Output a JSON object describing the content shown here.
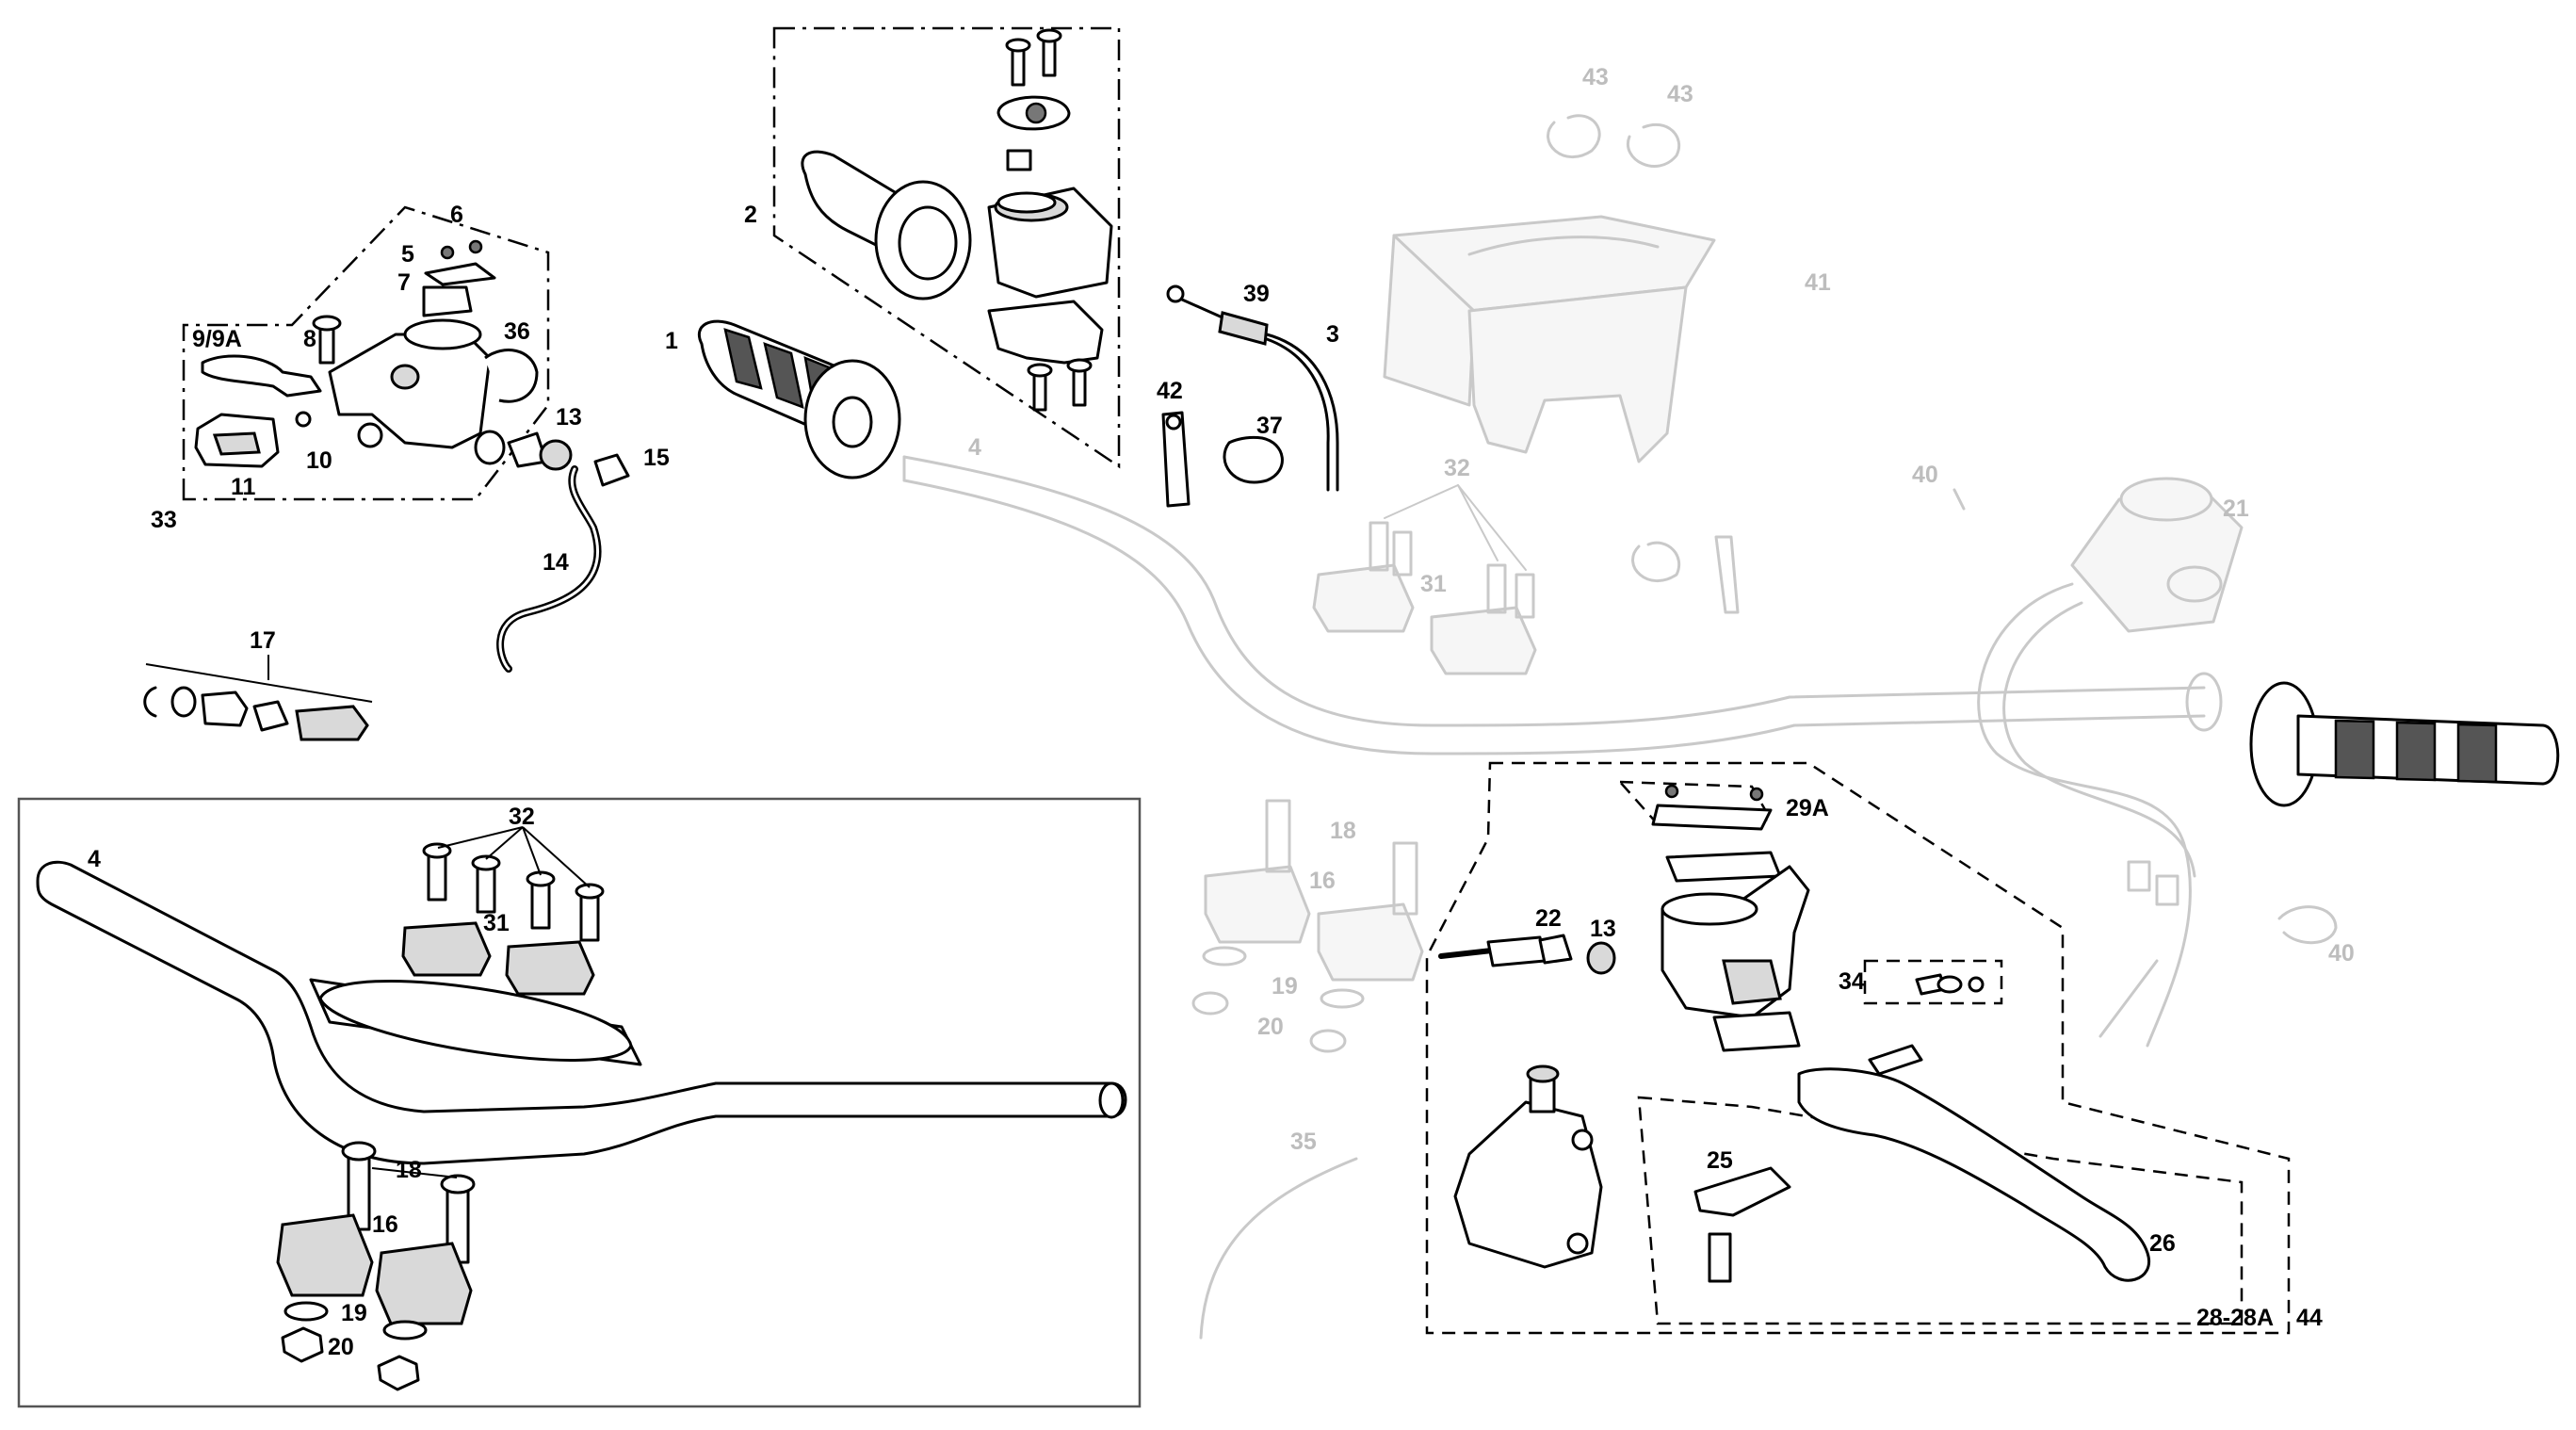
{
  "labels": {
    "p1": "1",
    "p2": "2",
    "p3": "3",
    "p4_top": "4",
    "p4_box": "4",
    "p5": "5",
    "p6": "6",
    "p7": "7",
    "p8": "8",
    "p9": "9/9A",
    "p10": "10",
    "p11": "11",
    "p13a": "13",
    "p13b": "13",
    "p14": "14",
    "p15": "15",
    "p16_ghost": "16",
    "p16_box": "16",
    "p17": "17",
    "p18_ghost": "18",
    "p18_box": "18",
    "p19_ghost": "19",
    "p19_box": "19",
    "p20_ghost": "20",
    "p20_box": "20",
    "p21": "21",
    "p22": "22",
    "p25": "25",
    "p26": "26",
    "p28": "28-28A",
    "p29": "29A",
    "p31_ghost": "31",
    "p31_box": "31",
    "p32_ghost": "32",
    "p32_box": "32",
    "p33": "33",
    "p34": "34",
    "p35": "35",
    "p36": "36",
    "p37": "37",
    "p39": "39",
    "p40a": "40",
    "p40b": "40",
    "p41": "41",
    "p42": "42",
    "p43a": "43",
    "p43b": "43",
    "p44": "44"
  },
  "colors": {
    "line": "#000000",
    "ghost": "#c9c9c9",
    "ghost_label": "#bdbdbd",
    "frame": "#555555"
  }
}
